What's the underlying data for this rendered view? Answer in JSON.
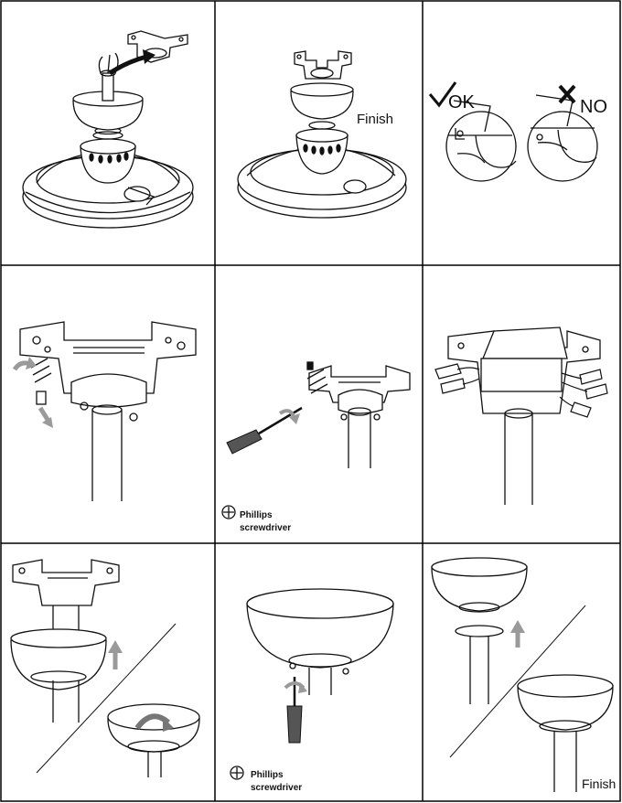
{
  "panels": [
    {
      "id": "p1",
      "step": "lift-canopy-over-bracket"
    },
    {
      "id": "p2",
      "step": "seat-canopy",
      "label": "Finish"
    },
    {
      "id": "p3",
      "step": "check-fit",
      "ok_label": "OK",
      "no_label": "NO"
    },
    {
      "id": "p4",
      "step": "hang-downrod-on-bracket"
    },
    {
      "id": "p5",
      "step": "tighten-screws",
      "tool_line1": "Phillips",
      "tool_line2": "screwdriver"
    },
    {
      "id": "p6",
      "step": "connect-wires"
    },
    {
      "id": "p7",
      "step": "raise-canopy"
    },
    {
      "id": "p8",
      "step": "fasten-canopy-screws",
      "tool_line1": "Phillips",
      "tool_line2": "screwdriver"
    },
    {
      "id": "p9",
      "step": "slide-canopy-up",
      "label": "Finish"
    }
  ],
  "colors": {
    "line": "#111111",
    "arrow": "#9a9a9a",
    "shade": "#bdbdbd",
    "border": "#000000"
  },
  "icons": [
    "check-icon",
    "cross-icon",
    "phillips-icon",
    "arrow-icon",
    "rotate-arrow-icon",
    "screwdriver-icon"
  ]
}
